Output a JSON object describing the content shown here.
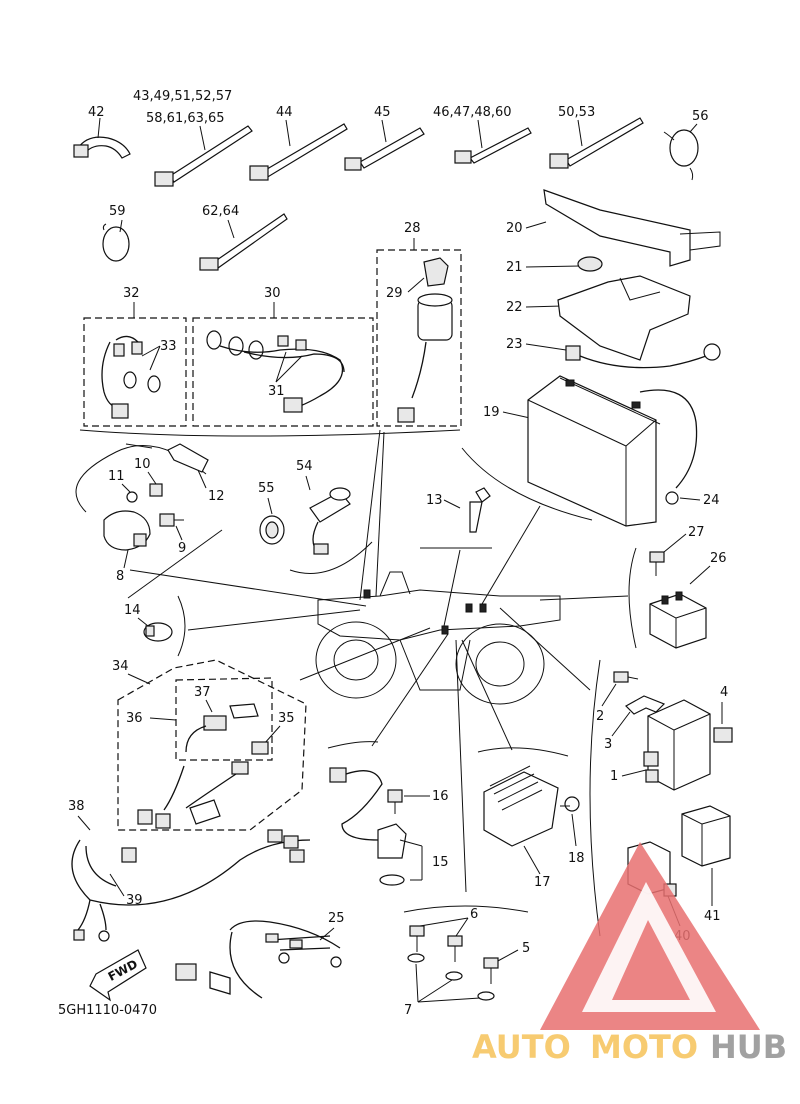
{
  "diagram_code": "5GH1110-0470",
  "fwd_label": "FWD",
  "watermark": {
    "part1": "AUTO",
    "part2": "MOTO",
    "part3": "HUB",
    "color_auto": "#f4b942",
    "color_moto": "#f4b942",
    "color_hub": "#8a8a8a",
    "triangle_color": "#e87070"
  },
  "callouts": {
    "c1": "1",
    "c2": "2",
    "c3": "3",
    "c4": "4",
    "c5": "5",
    "c6": "6",
    "c7": "7",
    "c8": "8",
    "c9": "9",
    "c10": "10",
    "c11": "11",
    "c12": "12",
    "c13": "13",
    "c14": "14",
    "c15": "15",
    "c16": "16",
    "c17": "17",
    "c18": "18",
    "c19": "19",
    "c20": "20",
    "c21": "21",
    "c22": "22",
    "c23": "23",
    "c24": "24",
    "c25": "25",
    "c26": "26",
    "c27": "27",
    "c28": "28",
    "c29": "29",
    "c30": "30",
    "c31": "31",
    "c32": "32",
    "c33": "33",
    "c34": "34",
    "c35": "35",
    "c36": "36",
    "c37": "37",
    "c38": "38",
    "c39": "39",
    "c40": "40",
    "c41": "41",
    "c42": "42",
    "c44": "44",
    "c45": "45",
    "c54": "54",
    "c55": "55",
    "c56": "56",
    "c59": "59",
    "g_43a": "43,49,51,52,57",
    "g_43b": "58,61,63,65",
    "g_46": "46,47,48,60",
    "g_50": "50,53",
    "g_62": "62,64"
  }
}
